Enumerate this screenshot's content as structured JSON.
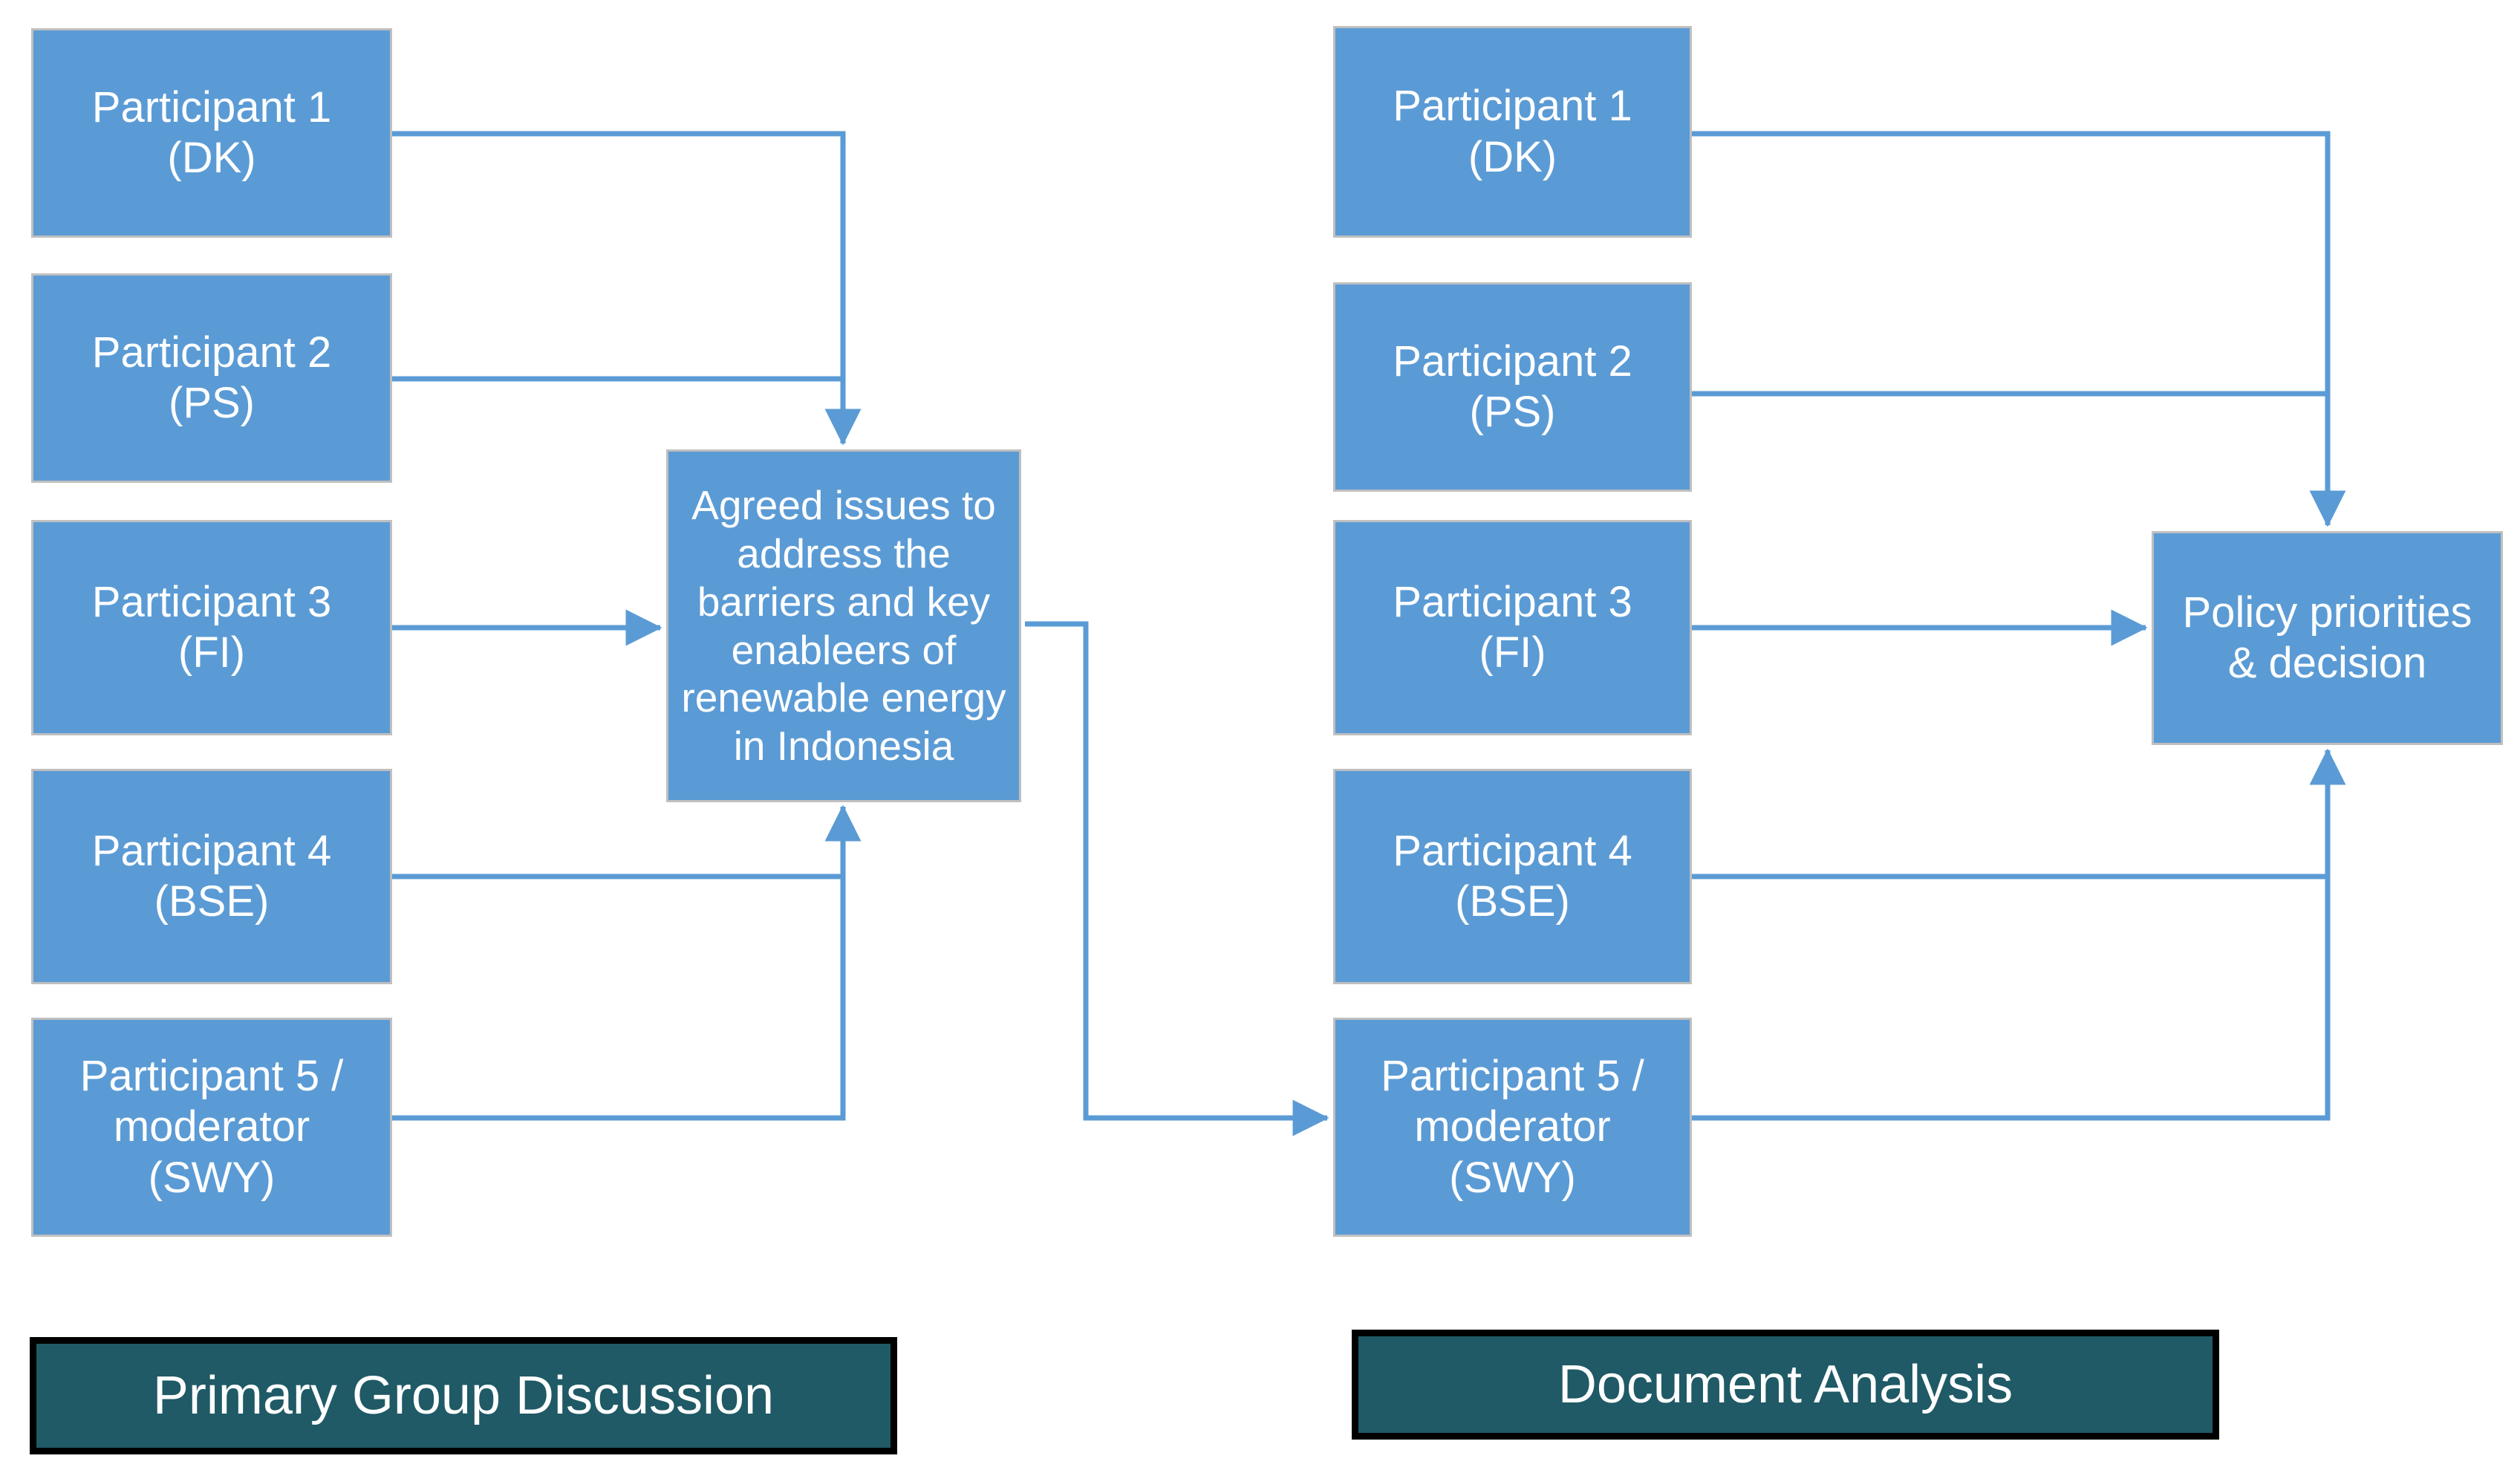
{
  "diagram": {
    "title_left": "Primary Group Discussion",
    "title_right": "Document Analysis",
    "colors": {
      "node_fill": "#5B9BD5",
      "node_border": "#BFBFBF",
      "node_text": "#FFFFFF",
      "connector": "#5B9BD5",
      "legend_fill": "#1F5A66",
      "legend_border": "#000000",
      "legend_text": "#FFFFFF",
      "background": "#FFFFFF"
    }
  },
  "left_panel": {
    "legend_label": "Primary Group Discussion",
    "participants": [
      {
        "label": "Participant 1\n(DK)"
      },
      {
        "label": "Participant 2\n(PS)"
      },
      {
        "label": "Participant 3\n(FI)"
      },
      {
        "label": "Participant 4\n(BSE)"
      },
      {
        "label": "Participant 5 /\nmoderator\n(SWY)"
      }
    ],
    "hub": {
      "label": "Agreed issues to address the barriers and key enableers of renewable energy in Indonesia"
    }
  },
  "right_panel": {
    "legend_label": "Document Analysis",
    "participants": [
      {
        "label": "Participant 1\n(DK)"
      },
      {
        "label": "Participant 2\n(PS)"
      },
      {
        "label": "Participant 3\n(FI)"
      },
      {
        "label": "Participant 4\n(BSE)"
      },
      {
        "label": "Participant 5 /\nmoderator\n(SWY)"
      }
    ],
    "outcome": {
      "label": "Policy priorities\n& decision"
    }
  },
  "connections": [
    {
      "from": "left.participant-1",
      "to": "left.hub",
      "arrow": "down"
    },
    {
      "from": "left.participant-2",
      "to": "left.hub",
      "arrow": "down"
    },
    {
      "from": "left.participant-3",
      "to": "left.hub",
      "arrow": "right"
    },
    {
      "from": "left.participant-4",
      "to": "left.hub",
      "arrow": "up"
    },
    {
      "from": "left.participant-5",
      "to": "left.hub",
      "arrow": "up"
    },
    {
      "from": "left.hub",
      "to": "right.participant-5",
      "arrow": "right"
    },
    {
      "from": "right.participant-1",
      "to": "right.outcome",
      "arrow": "down"
    },
    {
      "from": "right.participant-2",
      "to": "right.outcome",
      "arrow": "down"
    },
    {
      "from": "right.participant-3",
      "to": "right.outcome",
      "arrow": "right"
    },
    {
      "from": "right.participant-4",
      "to": "right.outcome",
      "arrow": "up"
    },
    {
      "from": "right.participant-5",
      "to": "right.outcome",
      "arrow": "up"
    }
  ]
}
